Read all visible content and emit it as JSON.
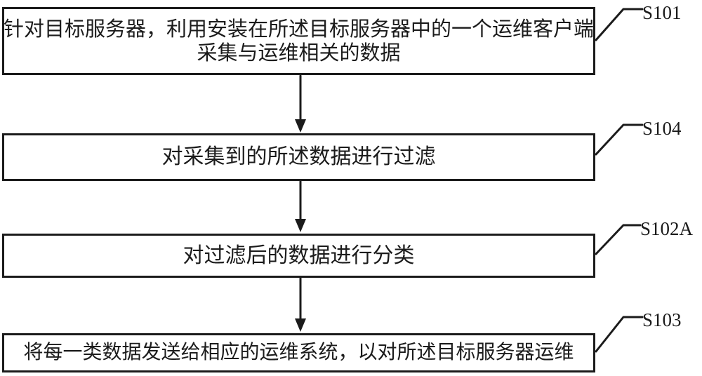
{
  "figure": {
    "type": "flowchart",
    "background_color": "#ffffff",
    "line_color": "#1b1b1b"
  },
  "steps": [
    {
      "label": "S101",
      "lines": [
        "针对目标服务器，利用安装在所述目标服务器中的一个运维客户端",
        "采集与运维相关的数据"
      ]
    },
    {
      "label": "S104",
      "lines": [
        "对采集到的所述数据进行过滤"
      ]
    },
    {
      "label": "S102A",
      "lines": [
        "对过滤后的数据进行分类"
      ]
    },
    {
      "label": "S103",
      "lines": [
        "将每一类数据发送给相应的运维系统，以对所述目标服务器运维"
      ]
    }
  ]
}
